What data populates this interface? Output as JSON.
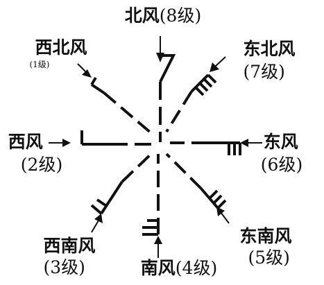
{
  "winds": [
    {
      "id": "north",
      "name": "北风",
      "level": "(8级)",
      "inline": true
    },
    {
      "id": "northeast",
      "name": "东北风",
      "level": "(7级)"
    },
    {
      "id": "east",
      "name": "东风",
      "level": "(6级)"
    },
    {
      "id": "southeast",
      "name": "东南风",
      "level": "(5级)"
    },
    {
      "id": "south",
      "name": "南风",
      "level": "(4级)",
      "inline": true
    },
    {
      "id": "southwest",
      "name": "西南风",
      "level": "(3级)"
    },
    {
      "id": "west",
      "name": "西风",
      "level": "(2级)"
    },
    {
      "id": "northwest",
      "name": "西北风",
      "level": "(1级)"
    }
  ],
  "colors": {
    "ink": "#111111",
    "background": "#ffffff"
  }
}
